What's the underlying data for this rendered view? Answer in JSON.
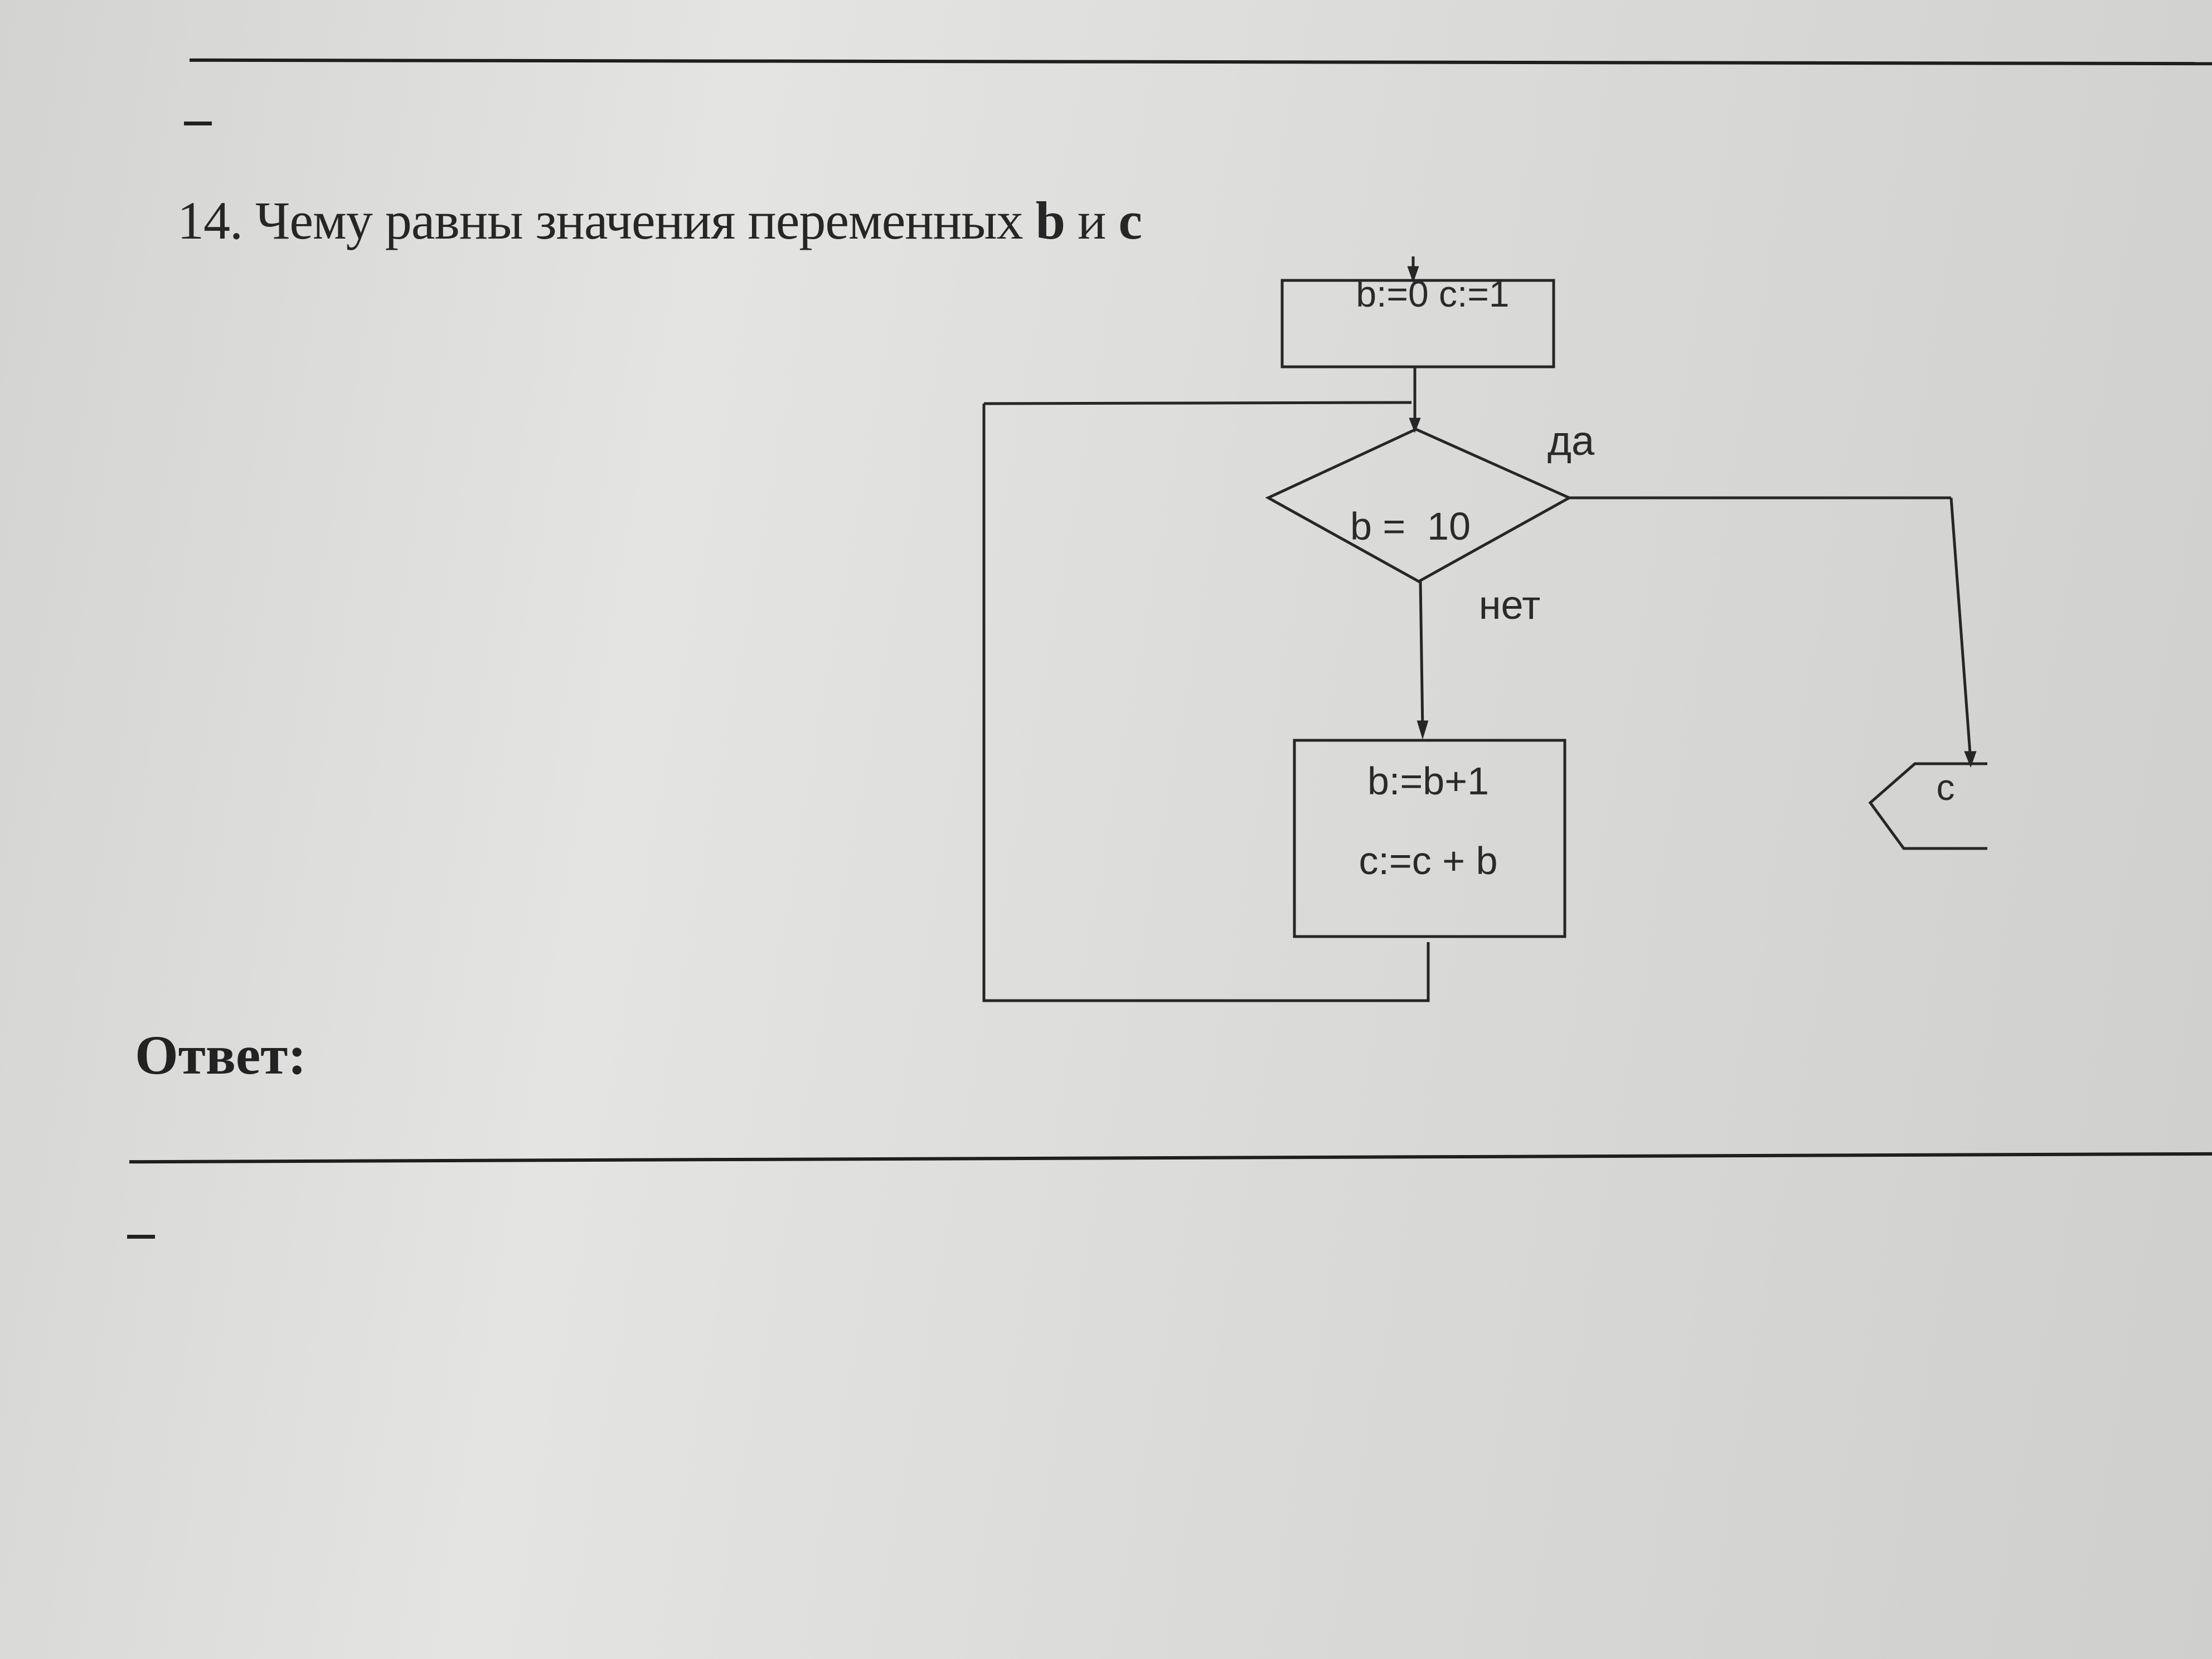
{
  "question": {
    "number": "14.",
    "text": "Чему равны значения переменных",
    "var_b": "b",
    "conj": "и",
    "var_c": "c"
  },
  "flowchart": {
    "init_block": "b:=0 c:=1",
    "condition": "b =  10",
    "yes_label": "да",
    "no_label": "нет",
    "body_line1": "b:=b+1",
    "body_line2": "c:=c + b",
    "output_block": "c"
  },
  "answer_label": "Ответ:",
  "colors": {
    "ink": "#222222",
    "paper": "#dcdcda"
  }
}
